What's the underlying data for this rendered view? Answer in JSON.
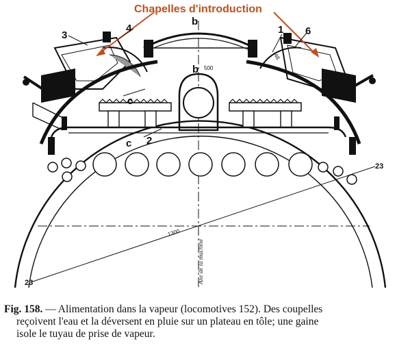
{
  "annotation": {
    "text": "Chapelles d'introduction",
    "color": "#c0501f"
  },
  "labels": {
    "n1": "1",
    "n2": "2",
    "n3": "3",
    "n4": "4",
    "n6": "6",
    "b_top": "b",
    "b_mid": "b",
    "b_dim": "500",
    "c_upper": "c",
    "c_lower": "c",
    "dim_23_left": "23",
    "dim_23_right": "23",
    "diameter": "1300",
    "d48": "48",
    "axis_text": "Axe de la machine"
  },
  "caption": {
    "fig": "Fig. 158.",
    "line1_rest": " — Alimentation dans la vapeur (locomotives 152). Des coupelles",
    "line2": "reçoivent l'eau et la déversent en pluie sur un plateau en tôle; une gaine",
    "line3": "isole le tuyau de prise de vapeur."
  }
}
